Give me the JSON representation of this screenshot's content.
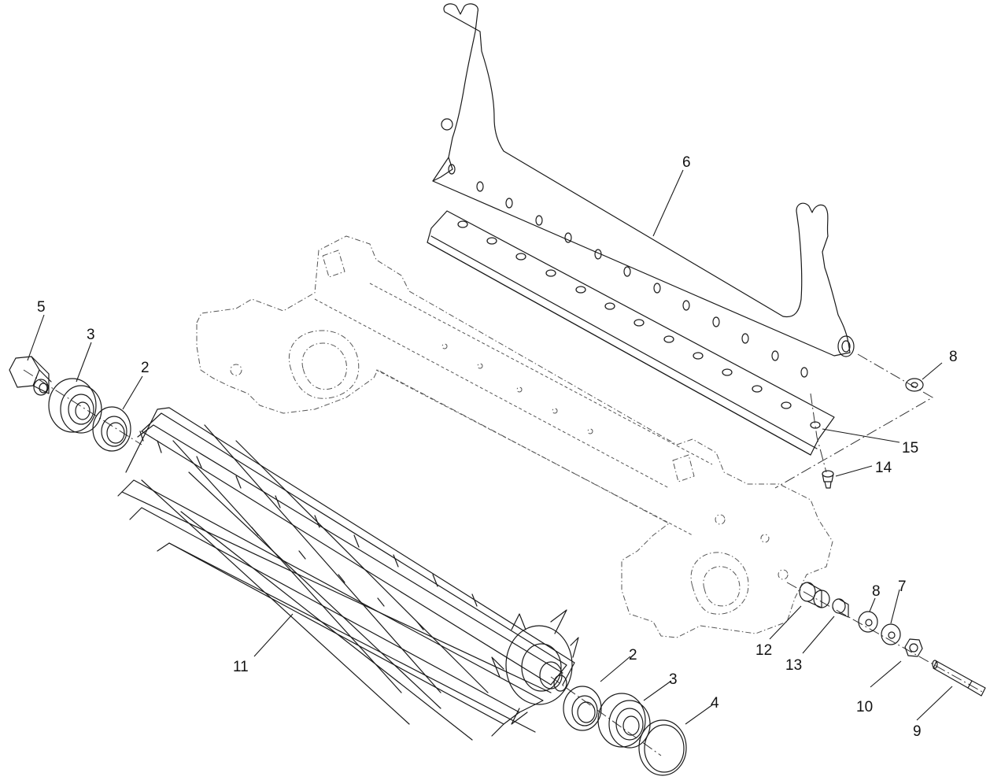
{
  "callouts": [
    {
      "id": "c5",
      "text": "5"
    },
    {
      "id": "c3a",
      "text": "3"
    },
    {
      "id": "c2a",
      "text": "2"
    },
    {
      "id": "c6",
      "text": "6"
    },
    {
      "id": "c8a",
      "text": "8"
    },
    {
      "id": "c15",
      "text": "15"
    },
    {
      "id": "c14",
      "text": "14"
    },
    {
      "id": "c11",
      "text": "11"
    },
    {
      "id": "c2b",
      "text": "2"
    },
    {
      "id": "c3b",
      "text": "3"
    },
    {
      "id": "c4",
      "text": "4"
    },
    {
      "id": "c12",
      "text": "12"
    },
    {
      "id": "c13",
      "text": "13"
    },
    {
      "id": "c8b",
      "text": "8"
    },
    {
      "id": "c7",
      "text": "7"
    },
    {
      "id": "c10",
      "text": "10"
    },
    {
      "id": "c9",
      "text": "9"
    }
  ]
}
